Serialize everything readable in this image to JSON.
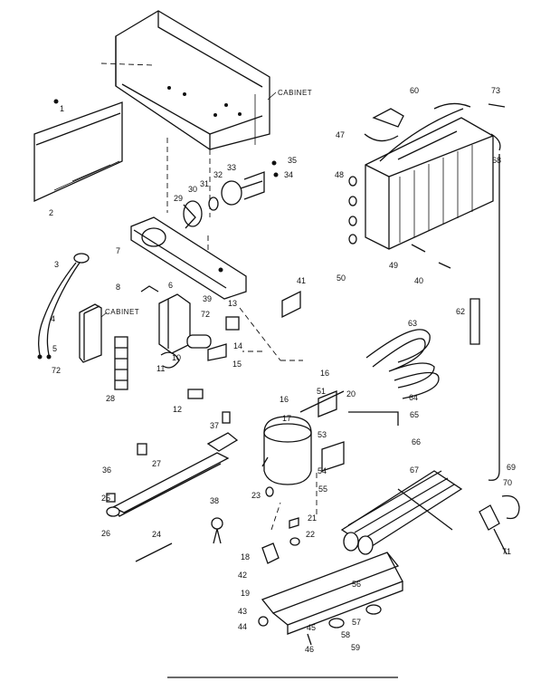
{
  "words": {
    "cabinet_top": "CABINET",
    "cabinet_mid": "CABINET"
  },
  "labels": {
    "n1": "1",
    "n2": "2",
    "n3": "3",
    "n4": "4",
    "n5": "5",
    "n6": "6",
    "n7": "7",
    "n8": "8",
    "n10": "10",
    "n11": "11",
    "n12": "12",
    "n13": "13",
    "n14": "14",
    "n15": "15",
    "n16a": "16",
    "n16b": "16",
    "n17": "17",
    "n18": "18",
    "n19": "19",
    "n20": "20",
    "n21": "21",
    "n22": "22",
    "n23": "23",
    "n24": "24",
    "n25": "25",
    "n26": "26",
    "n27": "27",
    "n28": "28",
    "n29": "29",
    "n30": "30",
    "n31": "31",
    "n32": "32",
    "n33": "33",
    "n34": "34",
    "n35": "35",
    "n36": "36",
    "n37": "37",
    "n38": "38",
    "n39": "39",
    "n40": "40",
    "n41": "41",
    "n42": "42",
    "n43": "43",
    "n44": "44",
    "n45": "45",
    "n46": "46",
    "n47": "47",
    "n48": "48",
    "n49": "49",
    "n50": "50",
    "n51": "51",
    "n53": "53",
    "n54": "54",
    "n55": "55",
    "n56": "56",
    "n57": "57",
    "n58": "58",
    "n59": "59",
    "n60": "60",
    "n62": "62",
    "n63": "63",
    "n64": "64",
    "n65": "65",
    "n66": "66",
    "n67": "67",
    "n68": "68",
    "n69": "69",
    "n70": "70",
    "n71": "71",
    "n72a": "72",
    "n72b": "72",
    "n73": "73"
  }
}
